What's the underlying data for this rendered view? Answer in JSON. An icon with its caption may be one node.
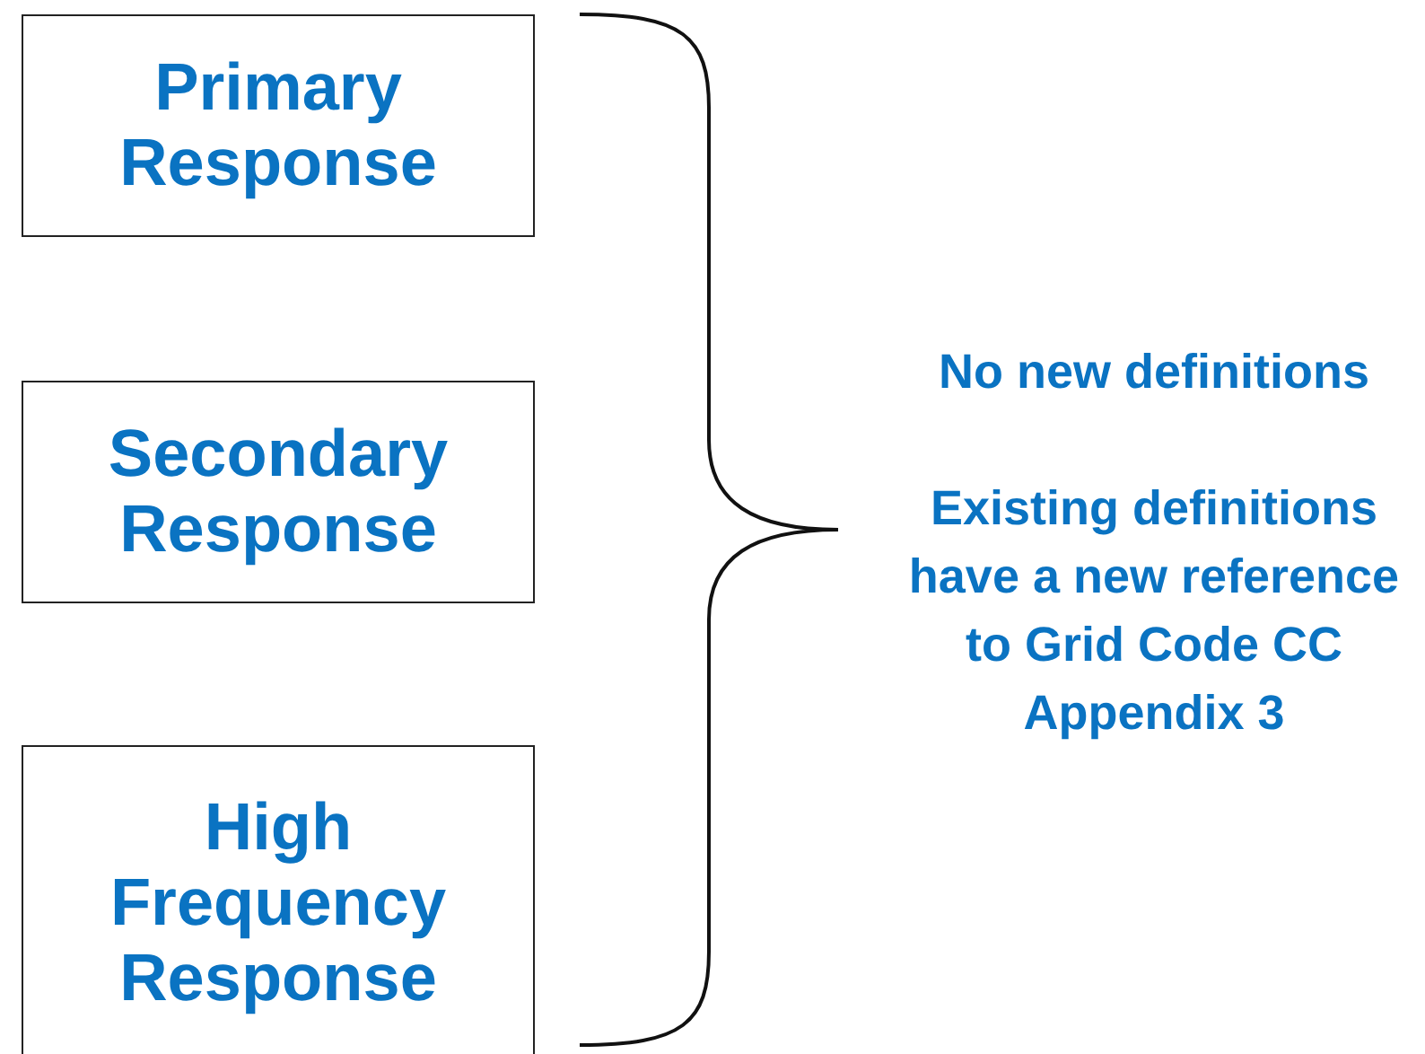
{
  "diagram": {
    "nodes": [
      {
        "text": [
          "Primary Response"
        ]
      },
      {
        "text": [
          "Secondary Response"
        ]
      },
      {
        "text": [
          "High Frequency Response"
        ]
      }
    ],
    "labels": [
      "No new definitions",
      "Existing definitions have a new reference to Grid Code CC Appendix 3"
    ]
  }
}
